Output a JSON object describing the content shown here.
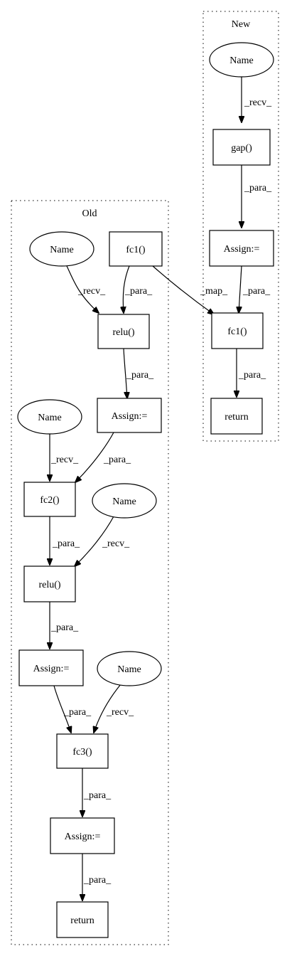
{
  "clusters": {
    "new": {
      "label": "New"
    },
    "old": {
      "label": "Old"
    }
  },
  "nodes": {
    "n_name": "Name",
    "n_gap": "gap()",
    "n_assign": "Assign:=",
    "n_fc1": "fc1()",
    "n_return": "return",
    "o_name1": "Name",
    "o_fc1": "fc1()",
    "o_relu1": "relu()",
    "o_assign1": "Assign:=",
    "o_name2": "Name",
    "o_fc2": "fc2()",
    "o_name3": "Name",
    "o_relu2": "relu()",
    "o_assign2": "Assign:=",
    "o_name4": "Name",
    "o_fc3": "fc3()",
    "o_assign3": "Assign:=",
    "o_return": "return"
  },
  "edges": {
    "e1": "_recv_",
    "e2": "_para_",
    "e3": "_para_",
    "e4": "_para_",
    "e5": "_recv_",
    "e6": "_para_",
    "e7": "_map_",
    "e8": "_para_",
    "e9": "_recv_",
    "e10": "_para_",
    "e11": "_para_",
    "e12": "_recv_",
    "e13": "_para_",
    "e14": "_para_",
    "e15": "_recv_",
    "e16": "_para_",
    "e17": "_para_"
  }
}
